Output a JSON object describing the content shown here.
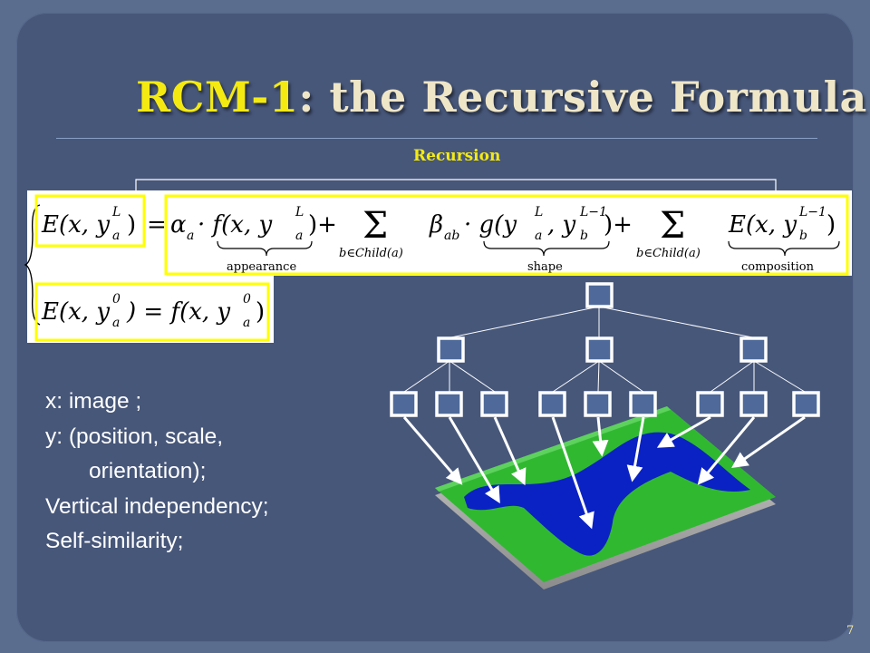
{
  "slide": {
    "title_accent": "RCM-1",
    "title_rest": ": the Recursive Formula",
    "recursion_label": "Recursion",
    "page_number": "7"
  },
  "equation": {
    "lhs": "E(x, y",
    "lhs_sup": "L",
    "lhs_sub": "a",
    "equals": "=",
    "alpha": "α",
    "alpha_sub": "a",
    "f_term": "· f(x, y",
    "beta": "β",
    "beta_sub": "ab",
    "g_term": "· g(y",
    "g_sup2": "L−1",
    "sum_symbol": "Σ",
    "sum_index": "b∈Child(a)",
    "labels": [
      "appearance",
      "shape",
      "composition"
    ],
    "base_case": "E(x, y",
    "base_sup": "0",
    "base_rhs": ") = f(x, y"
  },
  "bullets": [
    "x: image ;",
    "y: (position, scale,",
    "orientation);",
    "Vertical independency;",
    "Self-similarity;"
  ],
  "colors": {
    "background": "#47577a",
    "title_accent": "#f4ea12",
    "highlight_box": "#ffff00",
    "node_fill": "#4f6a9a",
    "terrain_green": "#2fb52f",
    "terrain_blue": "#0b22c8"
  }
}
